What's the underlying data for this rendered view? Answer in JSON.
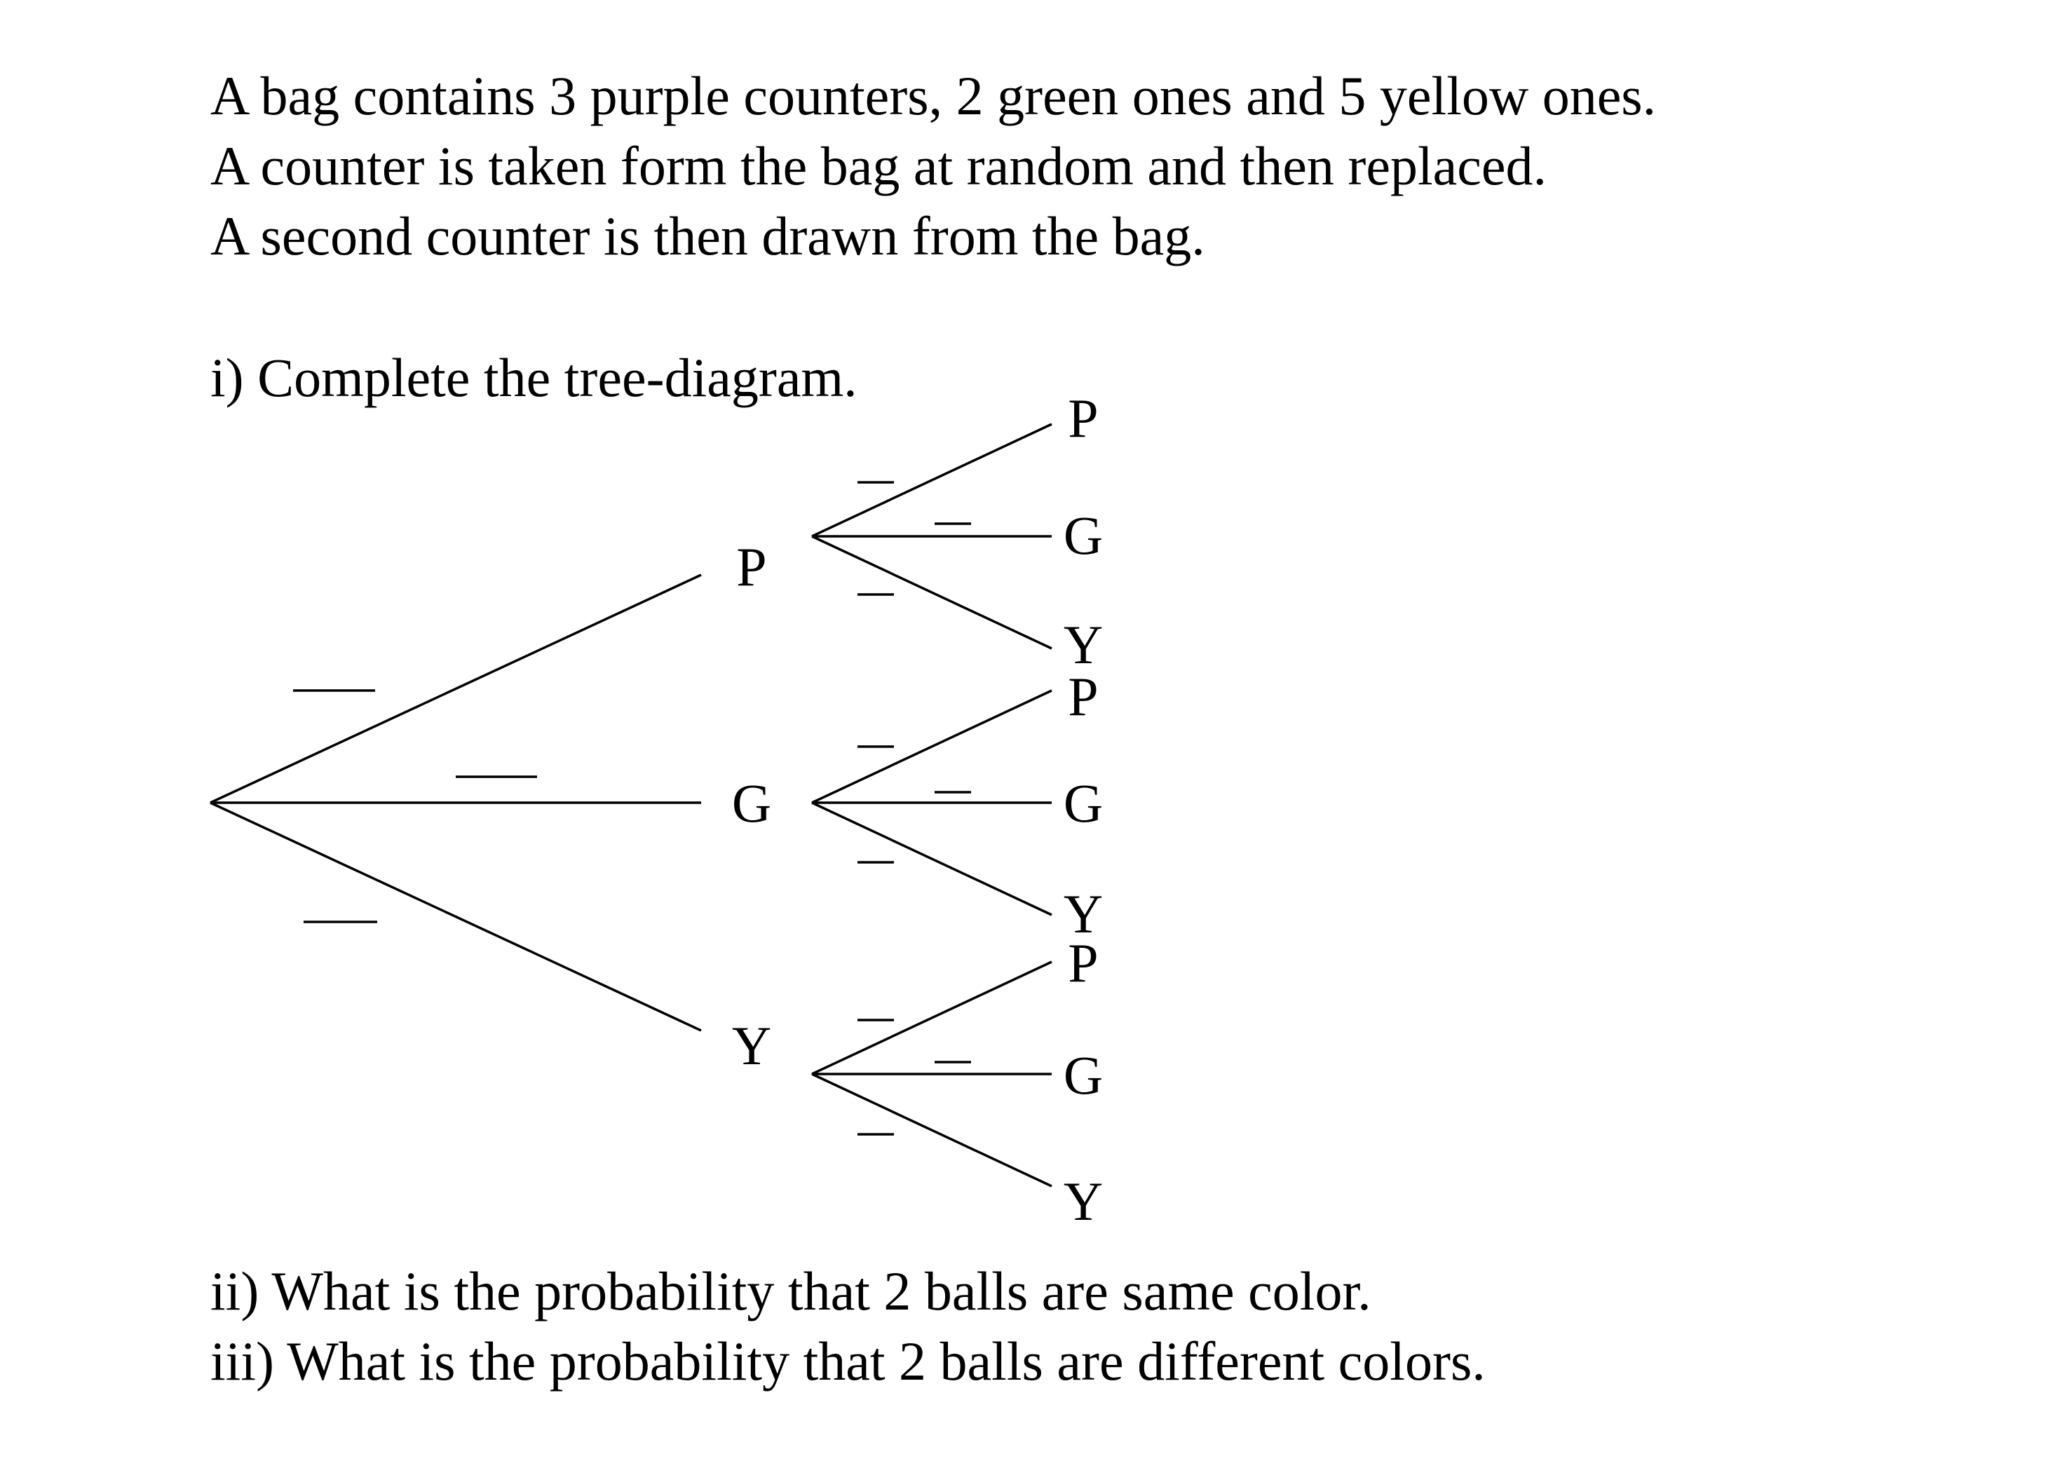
{
  "problem": {
    "line1": "A bag contains 3 purple counters, 2 green ones and 5 yellow ones.",
    "line2": "A counter is taken form the bag at random and then replaced.",
    "line3": "A second counter is then drawn from the bag."
  },
  "questions": {
    "q1": "i) Complete the tree-diagram.",
    "q2": "ii) What is the probability that 2 balls are same color.",
    "q3": "iii) What is the probability that 2 balls are different colors."
  },
  "tree": {
    "first_draw": [
      "P",
      "G",
      "Y"
    ],
    "second_draw": {
      "P": [
        "P",
        "G",
        "Y"
      ],
      "G": [
        "P",
        "G",
        "Y"
      ],
      "Y": [
        "P",
        "G",
        "Y"
      ]
    },
    "probability_blanks": "blank"
  }
}
